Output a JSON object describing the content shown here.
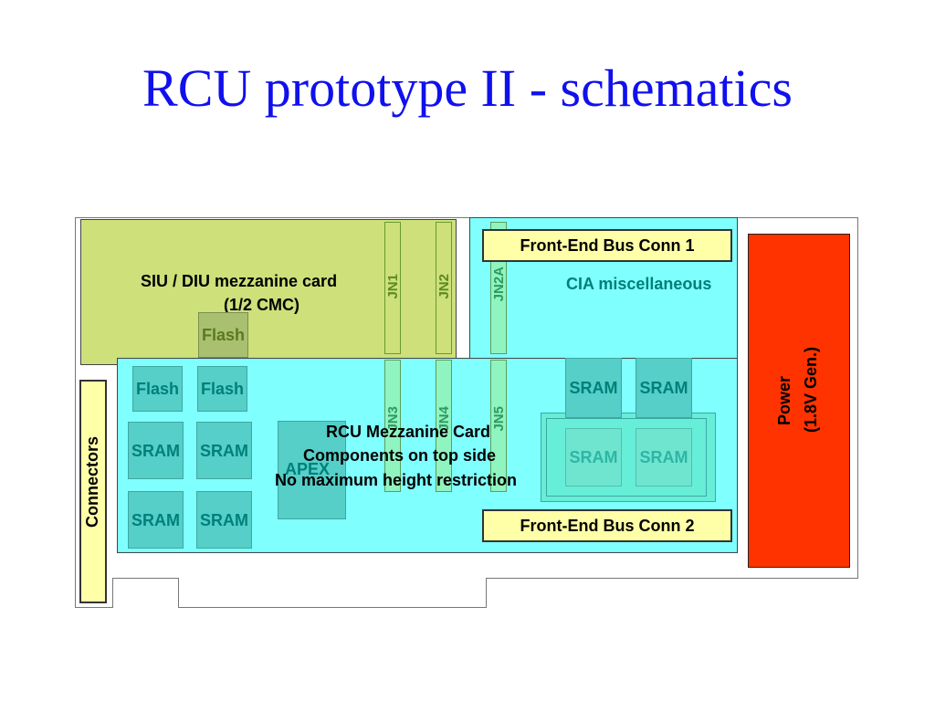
{
  "title": "RCU prototype II - schematics",
  "siu_card": {
    "label_line1": "SIU / DIU mezzanine card",
    "label_line2": "(1/2 CMC)",
    "flash": "Flash"
  },
  "cia": {
    "label": "CIA miscellaneous"
  },
  "power": {
    "line1": "Power",
    "line2": "(1.8V Gen.)"
  },
  "connectors": {
    "label": "Connectors"
  },
  "rcu_card": {
    "line1": "RCU Mezzanine Card",
    "line2": "Components on top side",
    "line3": "No maximum height restriction",
    "apex": "APEX"
  },
  "bus_conn_1": "Front-End Bus Conn 1",
  "bus_conn_2": "Front-End Bus Conn 2",
  "jn_connectors": [
    "JN1",
    "JN2",
    "JN2A",
    "JN3",
    "JN4",
    "JN5"
  ],
  "chips": {
    "flash": "Flash",
    "sram": "SRAM"
  },
  "colors": {
    "title": "#1010ee",
    "siu_card": "#cde07a",
    "rcu_card": "#80ffff",
    "power": "#ff3300",
    "connector": "#ffffa8",
    "chip": "#55cfc8"
  }
}
